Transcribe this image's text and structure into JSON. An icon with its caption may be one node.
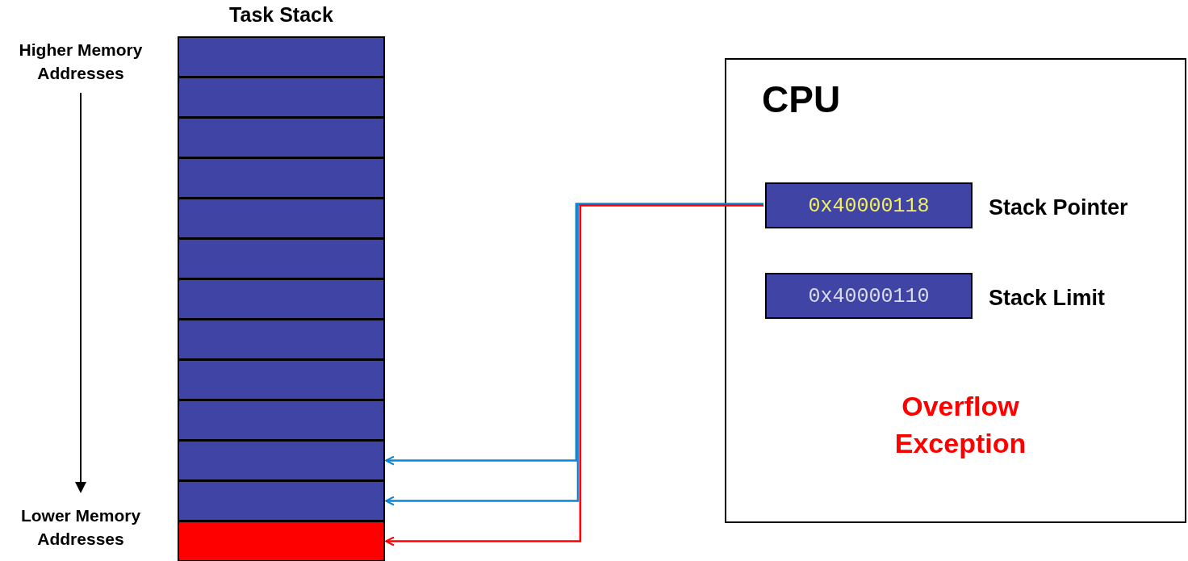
{
  "diagram": {
    "nodes": [
      {
        "text": [
          "Task Stack"
        ]
      },
      {
        "text": [],
        "shape": "box",
        "in": 0
      },
      {
        "text": [],
        "shape": "box",
        "in": 0
      },
      {
        "text": [],
        "shape": "box",
        "in": 0
      },
      {
        "text": [],
        "shape": "box",
        "in": 0
      },
      {
        "text": [],
        "shape": "box",
        "in": 0
      },
      {
        "text": [],
        "shape": "box",
        "in": 0
      },
      {
        "text": [],
        "shape": "box",
        "in": 0
      },
      {
        "text": [],
        "shape": "box",
        "in": 0
      },
      {
        "text": [],
        "shape": "box",
        "in": 0
      },
      {
        "text": [],
        "shape": "box",
        "in": 0
      },
      {
        "text": [],
        "shape": "box",
        "in": 0
      },
      {
        "text": [],
        "shape": "box",
        "in": 0
      },
      {
        "text": [],
        "shape": "box",
        "in": 0
      },
      {
        "text": [
          "CPU",
          "Overflow Exception"
        ]
      },
      {
        "text": [
          "0x40000118"
        ],
        "beside": [
          "Stack Pointer"
        ],
        "in": 14
      },
      {
        "text": [
          "0x40000110"
        ],
        "beside": [
          "Stack Limit"
        ],
        "in": 14
      }
    ],
    "edges": [
      {
        "from": 15,
        "to": 11,
        "arrow": "to",
        "color": "#0a86d8"
      },
      {
        "from": 15,
        "to": 12,
        "arrow": "to",
        "color": "#0a86d8"
      },
      {
        "from": 15,
        "to": 13,
        "arrow": "to",
        "color": "#ff0000"
      }
    ],
    "labels": [
      "Higher Memory Addresses",
      "Lower Memory Addresses"
    ]
  }
}
